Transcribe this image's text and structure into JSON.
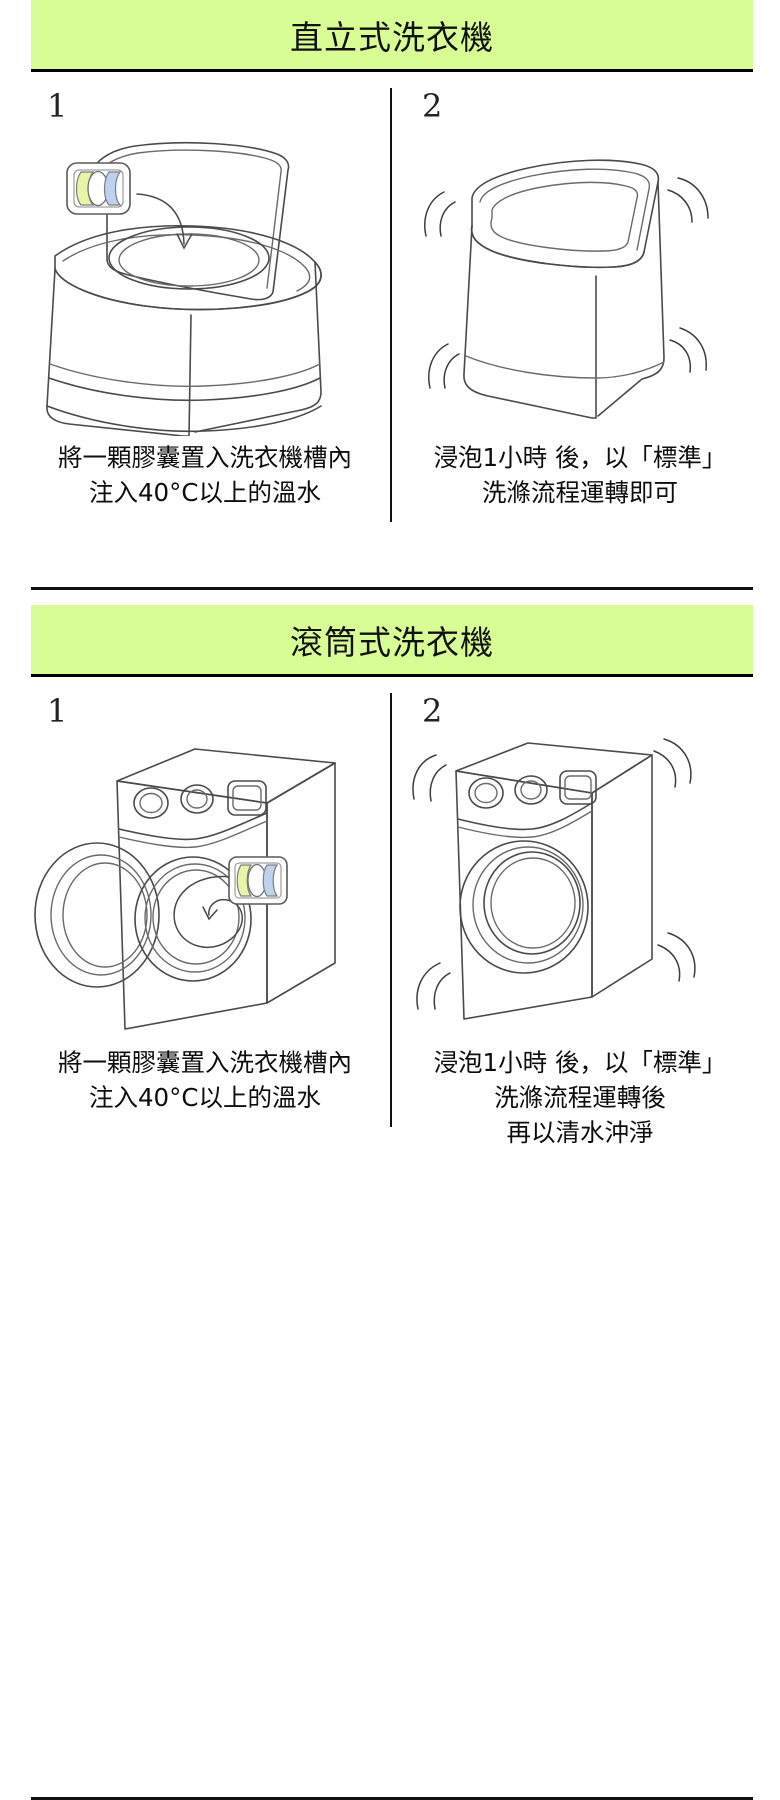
{
  "document": {
    "kind": "washing-machine-usage-instructions",
    "background_color": "#ffffff",
    "accent_band_color": "#d8fd95",
    "rule_color": "#111111"
  },
  "sections": [
    {
      "id": "upright",
      "title": "直立式洗衣機",
      "steps": [
        {
          "number": "1",
          "caption": "將一顆膠囊置入洗衣機槽內\n注入40°C以上的溫水",
          "illustration": "top-load-washer-open-lid-with-pod"
        },
        {
          "number": "2",
          "caption": "浸泡1小時 後，以「標準」\n洗滌流程運轉即可",
          "illustration": "top-load-washer-closed-vibrating"
        }
      ]
    },
    {
      "id": "drum",
      "title": "滾筒式洗衣機",
      "steps": [
        {
          "number": "1",
          "caption": "將一顆膠囊置入洗衣機槽內\n注入40°C以上的溫水",
          "illustration": "front-load-washer-open-door-with-pod"
        },
        {
          "number": "2",
          "caption": "浸泡1小時 後，以「標準」\n洗滌流程運轉後\n再以清水沖淨",
          "illustration": "front-load-washer-closed-vibrating"
        }
      ]
    }
  ],
  "pod": {
    "name": "detergent-capsule",
    "segment_colors": [
      "#e8f5a8",
      "#ffffff",
      "#bcd2f0"
    ],
    "outline_color": "#5a5a5a"
  },
  "icons": {
    "vibration": "vibration-arcs-icon",
    "drop_arrow": "curved-drop-arrow-icon"
  }
}
